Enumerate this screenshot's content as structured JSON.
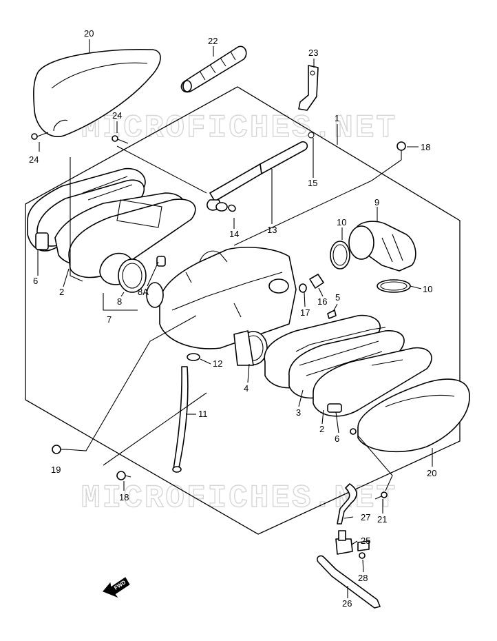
{
  "watermark": "MICROFICHES.NET",
  "fwd_label": "FWD",
  "callouts": {
    "c20_top": "20",
    "c22": "22",
    "c23": "23",
    "c1": "1",
    "c24_left": "24",
    "c24_mid": "24",
    "c18_top": "18",
    "c15": "15",
    "c9": "9",
    "c14": "14",
    "c13": "13",
    "c10_a": "10",
    "c6_left": "6",
    "c2_left": "2",
    "c8": "8",
    "c8a": "8A",
    "c7": "7",
    "c10_b": "10",
    "c16": "16",
    "c5": "5",
    "c17": "17",
    "c12": "12",
    "c4": "4",
    "c3": "3",
    "c2_right": "2",
    "c6_right": "6",
    "c11": "11",
    "c19": "19",
    "c20_bottom": "20",
    "c18_bottom": "18",
    "c27": "27",
    "c21": "21",
    "c25": "25",
    "c28": "28",
    "c26": "26"
  }
}
